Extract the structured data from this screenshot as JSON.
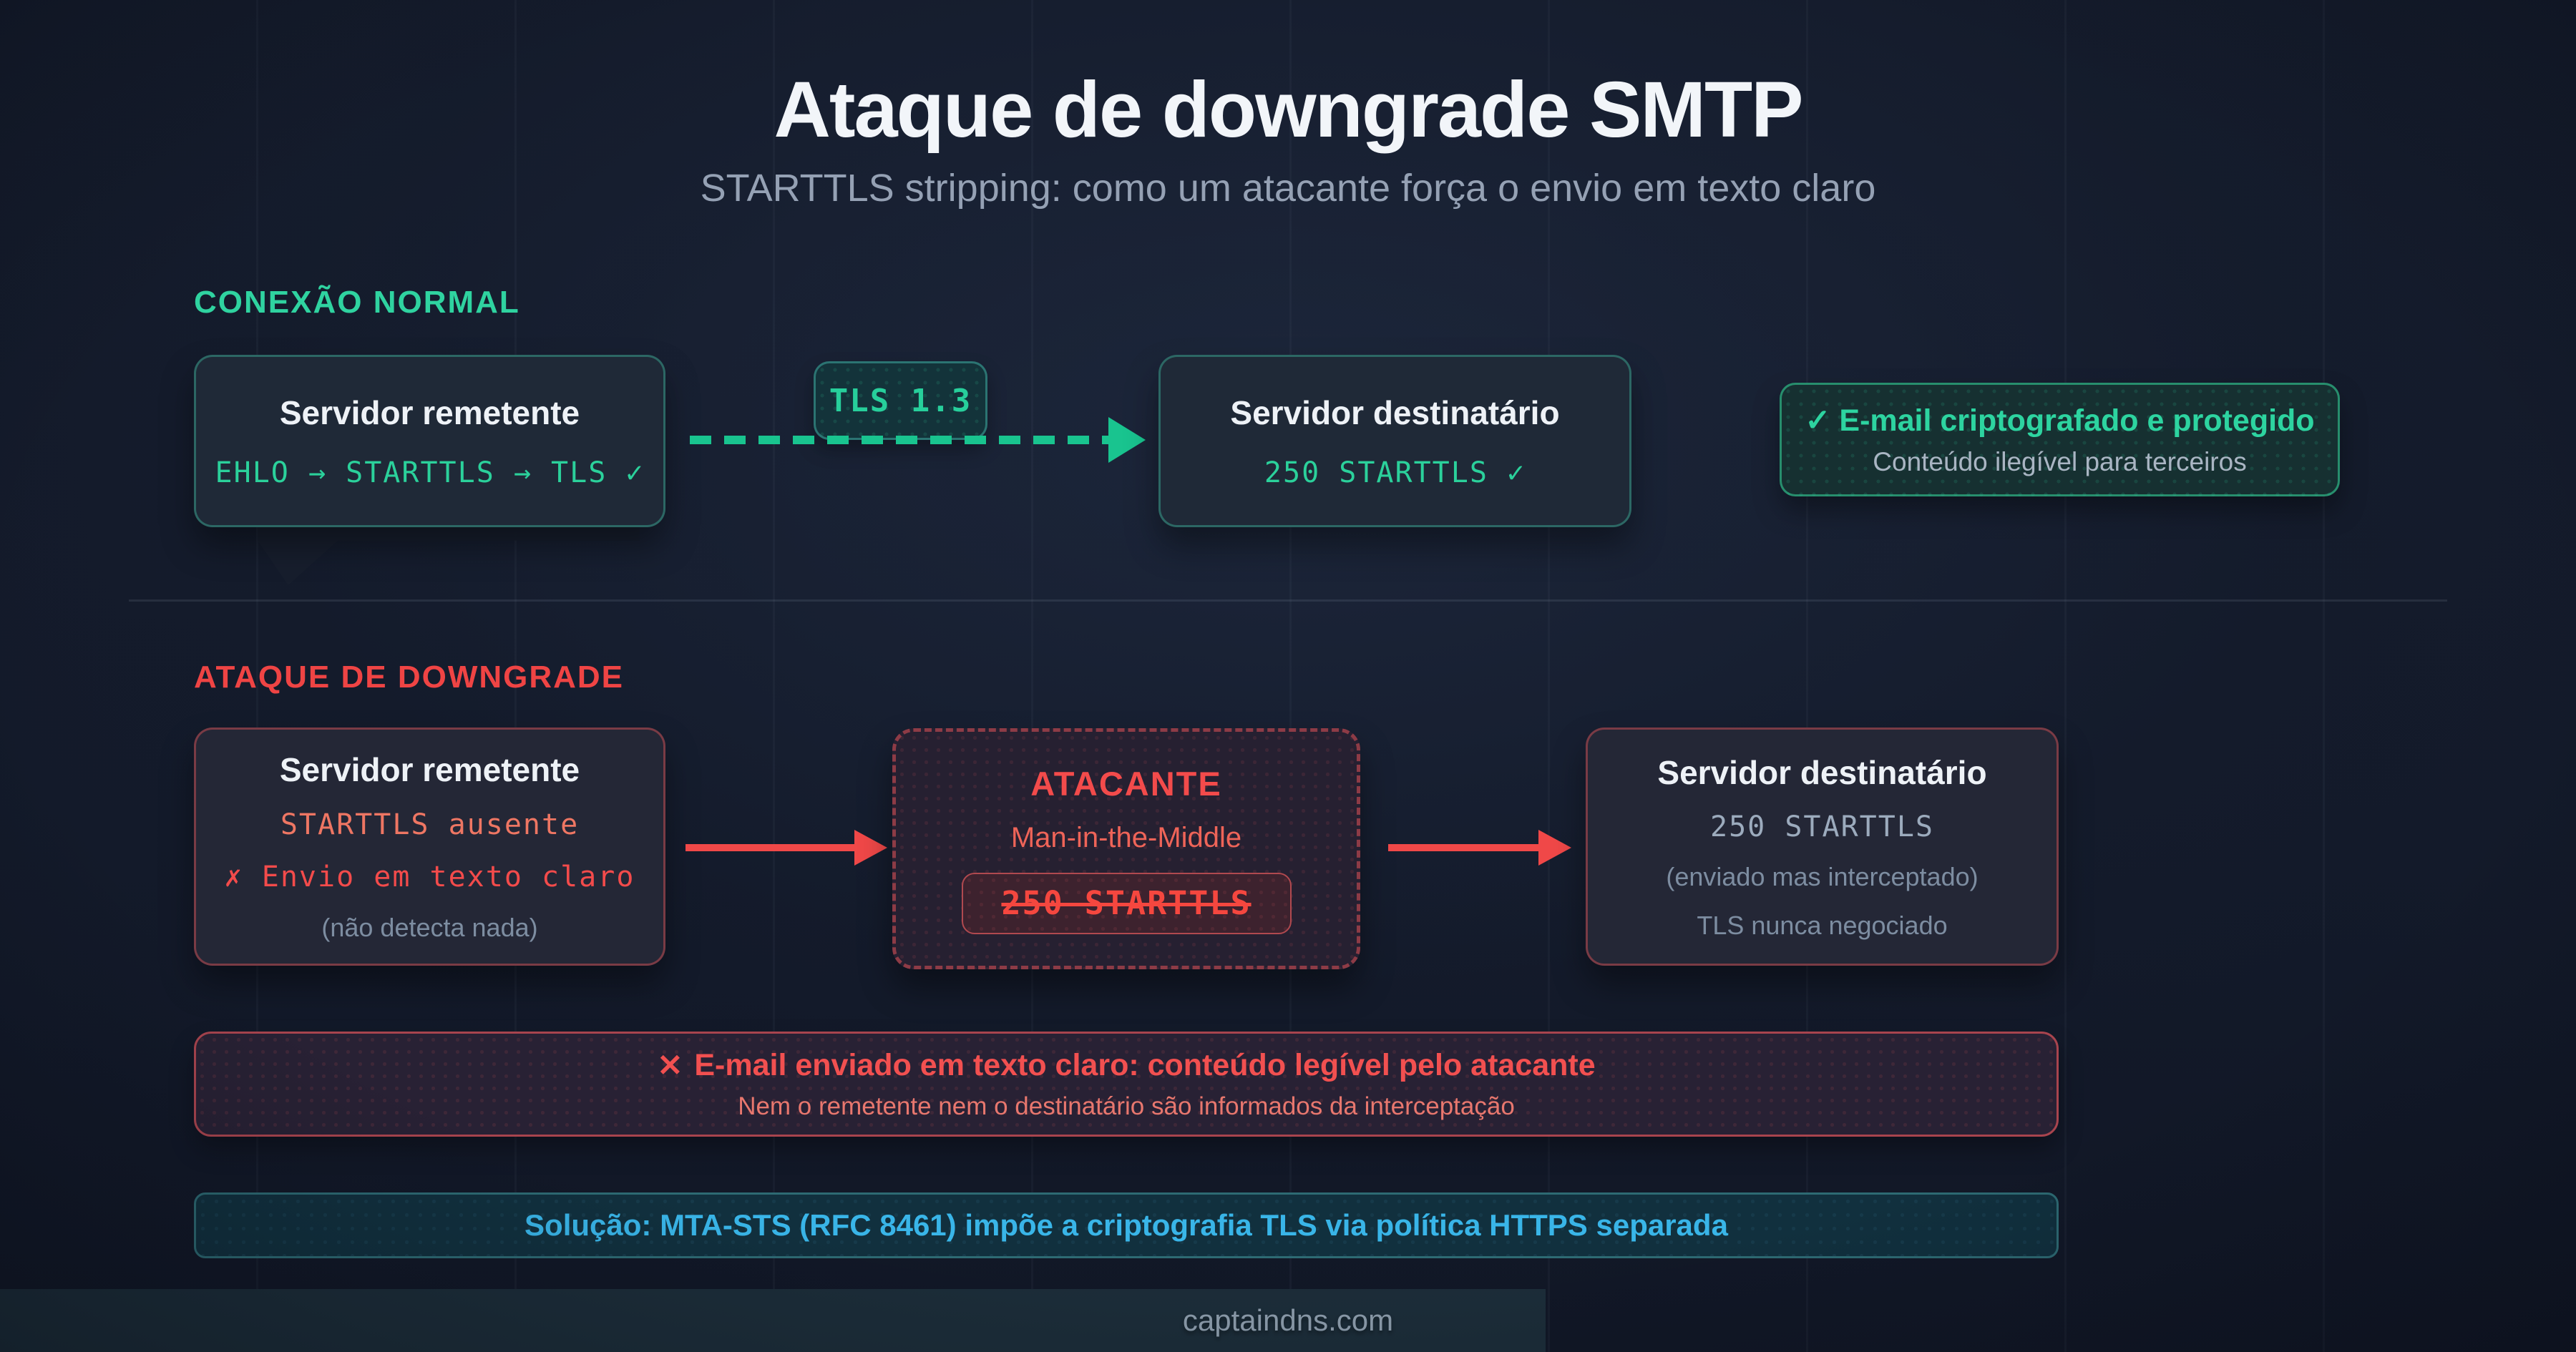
{
  "header": {
    "title": "Ataque de downgrade SMTP",
    "subtitle": "STARTTLS stripping: como um atacante força o envio em texto claro"
  },
  "normal": {
    "label": "CONEXÃO NORMAL",
    "sender": {
      "title": "Servidor remetente",
      "code": "EHLO → STARTTLS → TLS ✓"
    },
    "tls_badge": "TLS 1.3",
    "recipient": {
      "title": "Servidor destinatário",
      "code": "250 STARTTLS ✓"
    },
    "result": {
      "icon": "✓",
      "title": "E-mail criptografado e protegido",
      "subtitle": "Conteúdo ilegível para terceiros"
    }
  },
  "attack": {
    "label": "ATAQUE DE DOWNGRADE",
    "sender": {
      "title": "Servidor remetente",
      "code1": "STARTTLS ausente",
      "code2": "✗ Envio em texto claro",
      "note": "(não detecta nada)"
    },
    "attacker": {
      "title": "ATACANTE",
      "subtitle": "Man-in-the-Middle",
      "badge": "250 STARTTLS"
    },
    "recipient": {
      "title": "Servidor destinatário",
      "code": "250 STARTTLS",
      "note1": "(enviado mas interceptado)",
      "note2": "TLS nunca negociado"
    },
    "warning": {
      "icon": "✕",
      "title": "E-mail enviado em texto claro: conteúdo legível pelo atacante",
      "subtitle": "Nem o remetente nem o destinatário são informados da interceptação"
    },
    "solution": "Solução: MTA-STS (RFC 8461) impõe a criptografia TLS via política HTTPS separada"
  },
  "footer": {
    "site": "captaindns.com"
  },
  "colors": {
    "green": "#2dd4a0",
    "red": "#f04a4a",
    "blue": "#39b5e8"
  }
}
